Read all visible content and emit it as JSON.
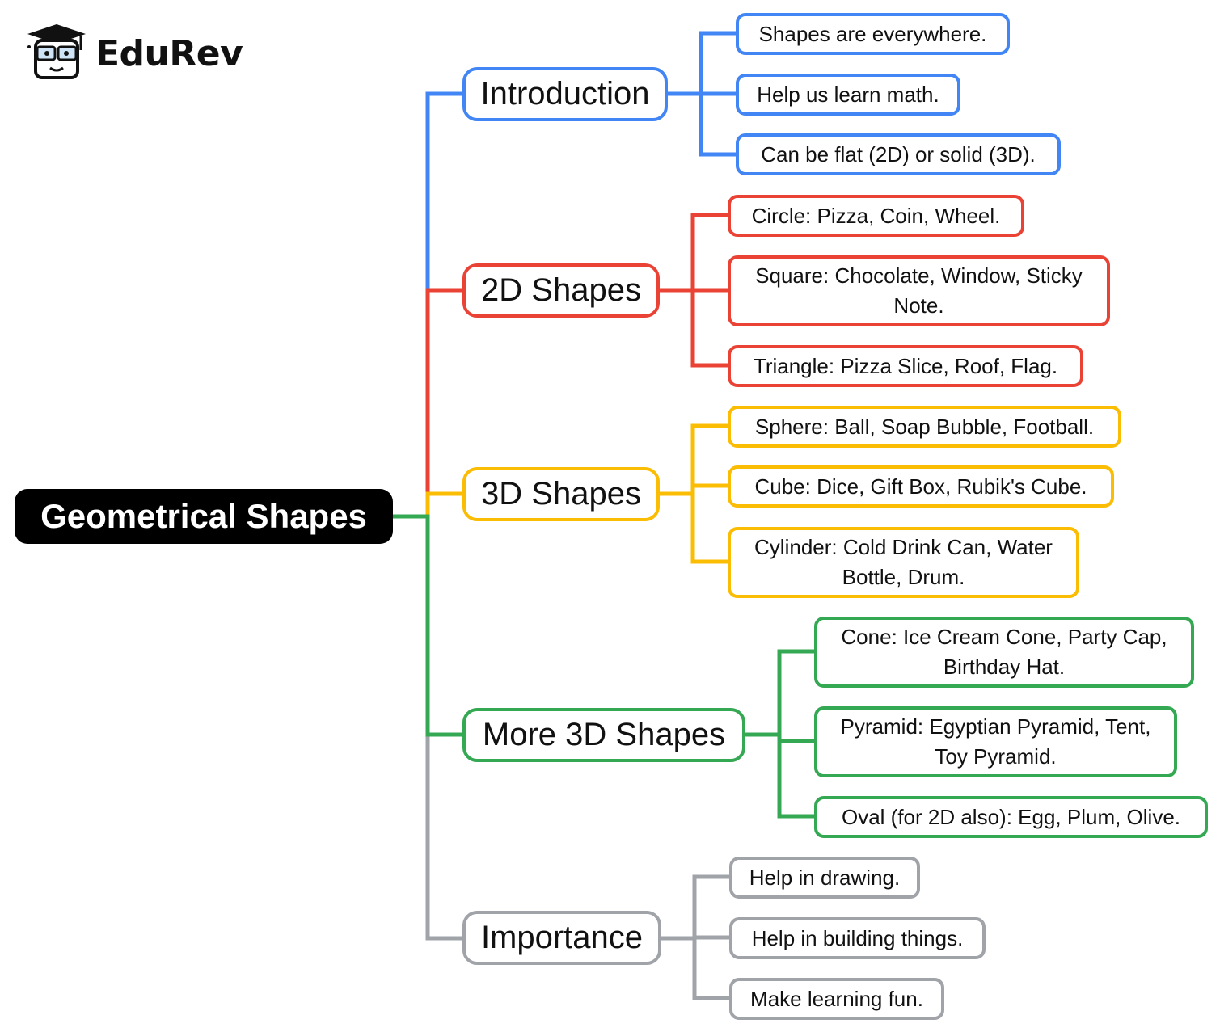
{
  "logo": {
    "brand": "EduRev",
    "icon": "graduate-cap-icon"
  },
  "root": {
    "label": "Geometrical Shapes"
  },
  "branches": [
    {
      "label": "Introduction",
      "color": "#4285F4",
      "leaves": [
        "Shapes are everywhere.",
        "Help us learn math.",
        "Can be flat (2D) or solid (3D)."
      ]
    },
    {
      "label": "2D Shapes",
      "color": "#EA4335",
      "leaves": [
        "Circle: Pizza, Coin, Wheel.",
        "Square: Chocolate, Window, Sticky Note.",
        "Triangle: Pizza Slice, Roof, Flag."
      ]
    },
    {
      "label": "3D Shapes",
      "color": "#FBBC04",
      "leaves": [
        "Sphere: Ball, Soap Bubble, Football.",
        "Cube: Dice, Gift Box, Rubik's Cube.",
        "Cylinder: Cold Drink Can, Water Bottle, Drum."
      ]
    },
    {
      "label": "More 3D Shapes",
      "color": "#34A853",
      "leaves": [
        "Cone: Ice Cream Cone, Party Cap, Birthday Hat.",
        "Pyramid: Egyptian Pyramid, Tent, Toy Pyramid.",
        "Oval (for 2D also): Egg, Plum, Olive."
      ]
    },
    {
      "label": "Importance",
      "color": "#A0A3A8",
      "leaves": [
        "Help in drawing.",
        "Help in building things.",
        "Make learning fun."
      ]
    }
  ]
}
